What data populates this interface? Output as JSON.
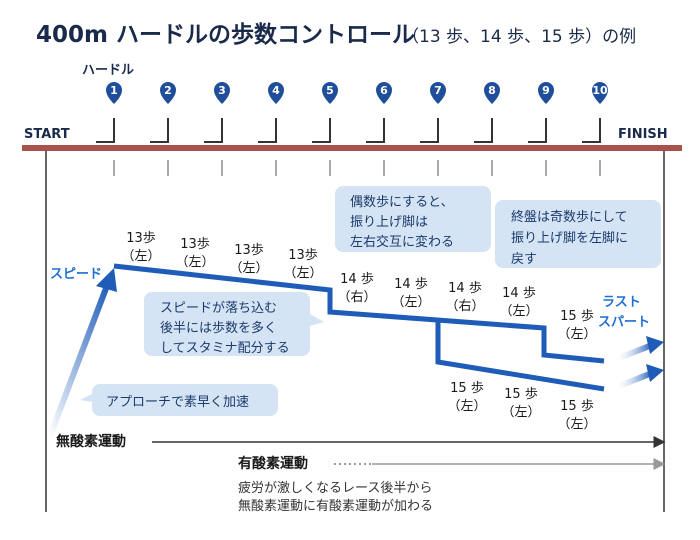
{
  "title": "400m ハードルの歩数コントロール",
  "subtitle": "（13 歩、14 歩、15 歩）の例",
  "hurdle_label": "ハードル",
  "hurdles": [
    "1",
    "2",
    "3",
    "4",
    "5",
    "6",
    "7",
    "8",
    "9",
    "10"
  ],
  "start_label": "START",
  "finish_label": "FINISH",
  "speed_label": "スピード",
  "finish_speed_label": [
    "ラスト",
    "スパート"
  ],
  "top_path_steps": [
    [
      "13歩",
      "（左）"
    ],
    [
      "13歩",
      "（左）"
    ],
    [
      "13歩",
      "（左）"
    ],
    [
      "13歩",
      "（左）"
    ],
    [
      "14 歩",
      "（右）"
    ],
    [
      "14 歩",
      "（左）"
    ],
    [
      "14 歩",
      "（右）"
    ],
    [
      "14 歩",
      "（左）"
    ],
    [
      "15 歩",
      "（左）"
    ]
  ],
  "bottom_path_steps": [
    [
      "15 歩",
      "（左）"
    ],
    [
      "15 歩",
      "（左）"
    ],
    [
      "15 歩",
      "（左）"
    ]
  ],
  "bubbles": {
    "even": [
      "偶数歩にすると、",
      "振り上げ脚は",
      "左右交互に変わる"
    ],
    "final": [
      "終盤は奇数歩にして",
      "振り上げ脚を左脚に",
      "戻す"
    ],
    "late": [
      "スピードが落ち込む",
      "後半には歩数を多く",
      "してスタミナ配分する"
    ],
    "approach": [
      "アプローチで素早く加速"
    ]
  },
  "anaerobic_label": "無酸素運動",
  "aerobic_label": "有酸素運動",
  "note": [
    "疲労が激しくなるレース後半から",
    "無酸素運動に有酸素運動が加わる"
  ],
  "colors": {
    "track": "#a8524a",
    "marker": "#1f4e9a",
    "path": "#1f5cb8",
    "bubble": "#d5e4f5",
    "bubble_text": "#1a3a6a",
    "text": "#1a2a4a"
  }
}
